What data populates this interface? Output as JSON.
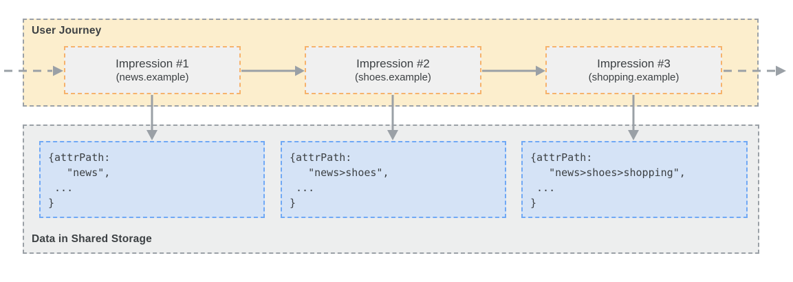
{
  "colors": {
    "journey_bg": "#FCEECD",
    "journey_border": "#9AA0A6",
    "impression_bg": "#F0F0F0",
    "impression_border": "#F6B26B",
    "storage_bg": "#EDEEEE",
    "storage_border": "#9AA0A6",
    "data_bg": "#D5E3F6",
    "data_border": "#6FA8F5",
    "arrow": "#9AA0A6",
    "text": "#3C4043"
  },
  "journey": {
    "label": "User Journey",
    "impressions": [
      {
        "title": "Impression #1",
        "subtitle": "(news.example)"
      },
      {
        "title": "Impression #2",
        "subtitle": "(shoes.example)"
      },
      {
        "title": "Impression #3",
        "subtitle": "(shopping.example)"
      }
    ]
  },
  "storage": {
    "label": "Data in Shared Storage",
    "entries": [
      {
        "code": "{attrPath:\n   \"news\",\n ...\n}"
      },
      {
        "code": "{attrPath:\n   \"news>shoes\",\n ...\n}"
      },
      {
        "code": "{attrPath:\n   \"news>shoes>shopping\",\n ...\n}"
      }
    ]
  },
  "icons": [
    "journey-entry-arrow-icon",
    "flow-arrow-1-2-icon",
    "flow-arrow-2-3-icon",
    "journey-exit-arrow-icon",
    "store-arrow-1-icon",
    "store-arrow-2-icon",
    "store-arrow-3-icon"
  ]
}
